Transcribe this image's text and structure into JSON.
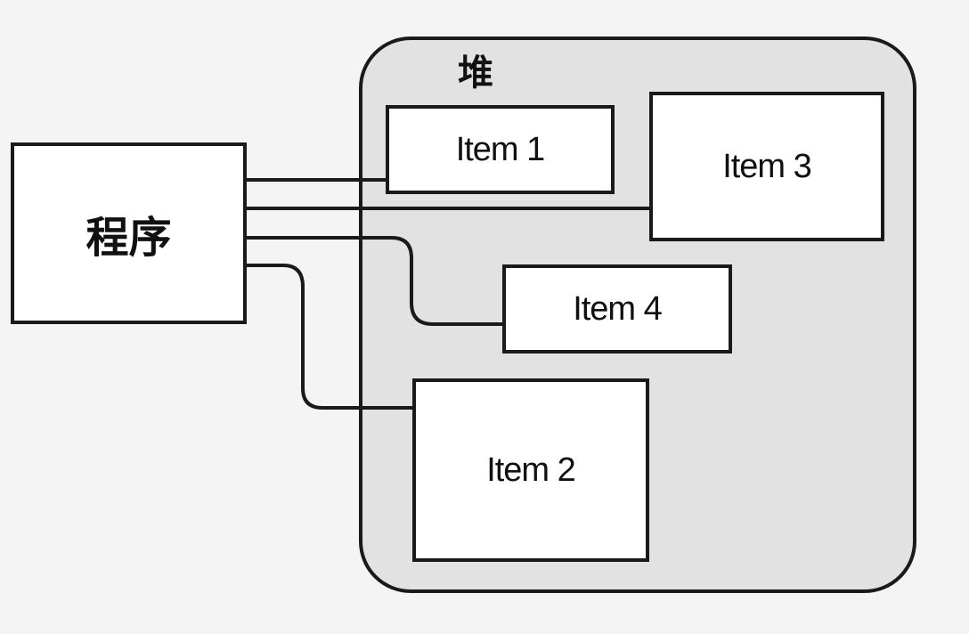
{
  "heap": {
    "label": "堆"
  },
  "program": {
    "label": "程序"
  },
  "items": {
    "item1": "Item 1",
    "item2": "Item 2",
    "item3": "Item 3",
    "item4": "Item 4"
  },
  "colors": {
    "background": "#f4f4f4",
    "heap_fill": "#e2e2e2",
    "box_fill": "#ffffff",
    "stroke": "#1a1a1a"
  }
}
